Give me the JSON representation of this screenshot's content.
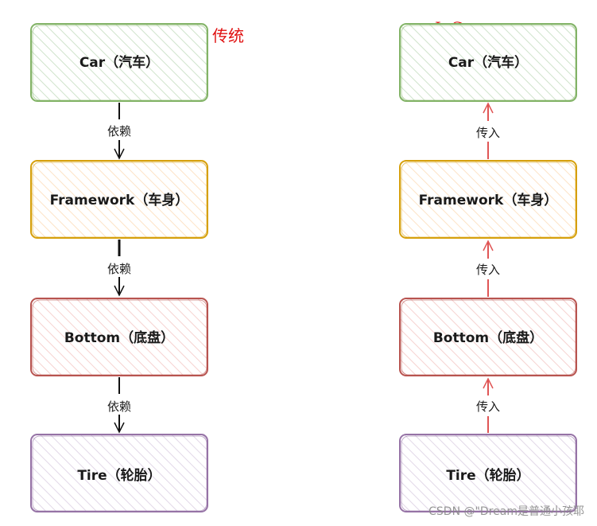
{
  "headings": {
    "traditional": "传统",
    "ioc": "IoC"
  },
  "traditional": {
    "boxes": [
      "Car（汽车）",
      "Framework（车身）",
      "Bottom（底盘）",
      "Tire（轮胎）"
    ],
    "edge_label": "依赖"
  },
  "ioc": {
    "boxes": [
      "Car（汽车）",
      "Framework（车身）",
      "Bottom（底盘）",
      "Tire（轮胎）"
    ],
    "edge_label": "传入"
  },
  "watermark": "CSDN @\"Dream是普通小孩耶",
  "colors": {
    "car": "#82b366",
    "car_fill": "#d5e8d4",
    "framework": "#d6a00c",
    "framework_fill": "#ffe6cc",
    "bottom": "#b85450",
    "bottom_fill": "#f8cecc",
    "tire": "#9673a6",
    "tire_fill": "#e1d5e7",
    "ioc_arrow": "#e05555",
    "heading": "#e01010",
    "dep_arrow": "#111111"
  }
}
